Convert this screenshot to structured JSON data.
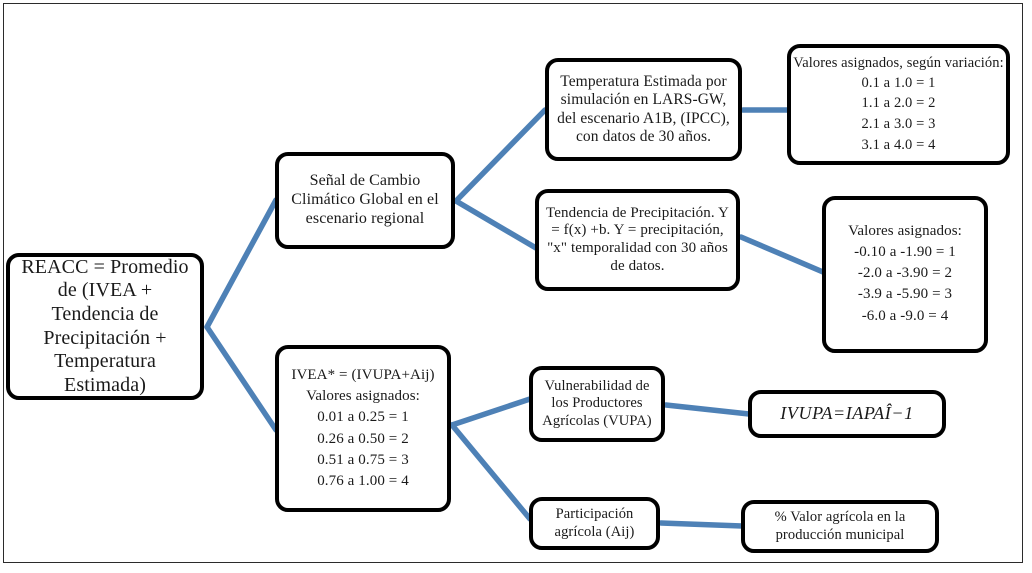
{
  "diagram": {
    "title": "REACC methodology flow diagram",
    "connector_color": "#4E81B6",
    "border_color": "#000000",
    "background": "#ffffff",
    "nodes": {
      "reacc": {
        "name": "reacc-root",
        "lines": [
          "REACC = Promedio",
          "de (IVEA +",
          "Tendencia de",
          "Precipitación +",
          "Temperatura",
          "Estimada)"
        ]
      },
      "senal": {
        "name": "climate-signal",
        "lines": [
          "Señal de Cambio",
          "Climático Global en el",
          "escenario regional"
        ]
      },
      "temperatura": {
        "name": "estimated-temperature",
        "lines": [
          "Temperatura Estimada por",
          "simulación en LARS-GW,",
          "del escenario A1B, (IPCC),",
          "con datos de 30 años."
        ]
      },
      "temperatura_valores": {
        "name": "temperature-assigned-values",
        "header": "Valores asignados, según variación:",
        "lines": [
          "0.1 a 1.0 = 1",
          "1.1 a 2.0 = 2",
          "2.1 a 3.0 = 3",
          "3.1 a 4.0 = 4"
        ]
      },
      "precipitacion": {
        "name": "precipitation-trend",
        "lines": [
          "Tendencia de Precipitación. Y",
          "= f(x) +b. Y = precipitación,",
          "\"x\" temporalidad con 30 años",
          "de datos."
        ]
      },
      "precipitacion_valores": {
        "name": "precipitation-assigned-values",
        "header": "Valores asignados:",
        "lines": [
          "-0.10 a -1.90 = 1",
          "-2.0 a -3.90 = 2",
          "-3.9 a -5.90 = 3",
          "-6.0  a -9.0 = 4"
        ]
      },
      "ivea": {
        "name": "ivea-index",
        "formula": "IVEA* = (IVUPA+Aij)",
        "header": "Valores asignados:",
        "lines": [
          "0.01 a 0.25 = 1",
          "0.26 a 0.50 = 2",
          "0.51 a 0.75 = 3",
          "0.76 a 1.00 = 4"
        ]
      },
      "vupa": {
        "name": "producer-vulnerability",
        "lines": [
          "Vulnerabilidad de",
          "los Productores",
          "Agrícolas (VUPA)"
        ]
      },
      "ivupa_formula": {
        "name": "ivupa-formula",
        "lines": [
          "IVUPA=IAPAÎ−1"
        ]
      },
      "participacion": {
        "name": "agricultural-participation",
        "lines": [
          "Participación",
          "agrícola (Aij)"
        ]
      },
      "valor_agricola": {
        "name": "agricultural-value-share",
        "lines": [
          "% Valor agrícola en la",
          "producción municipal"
        ]
      }
    }
  }
}
